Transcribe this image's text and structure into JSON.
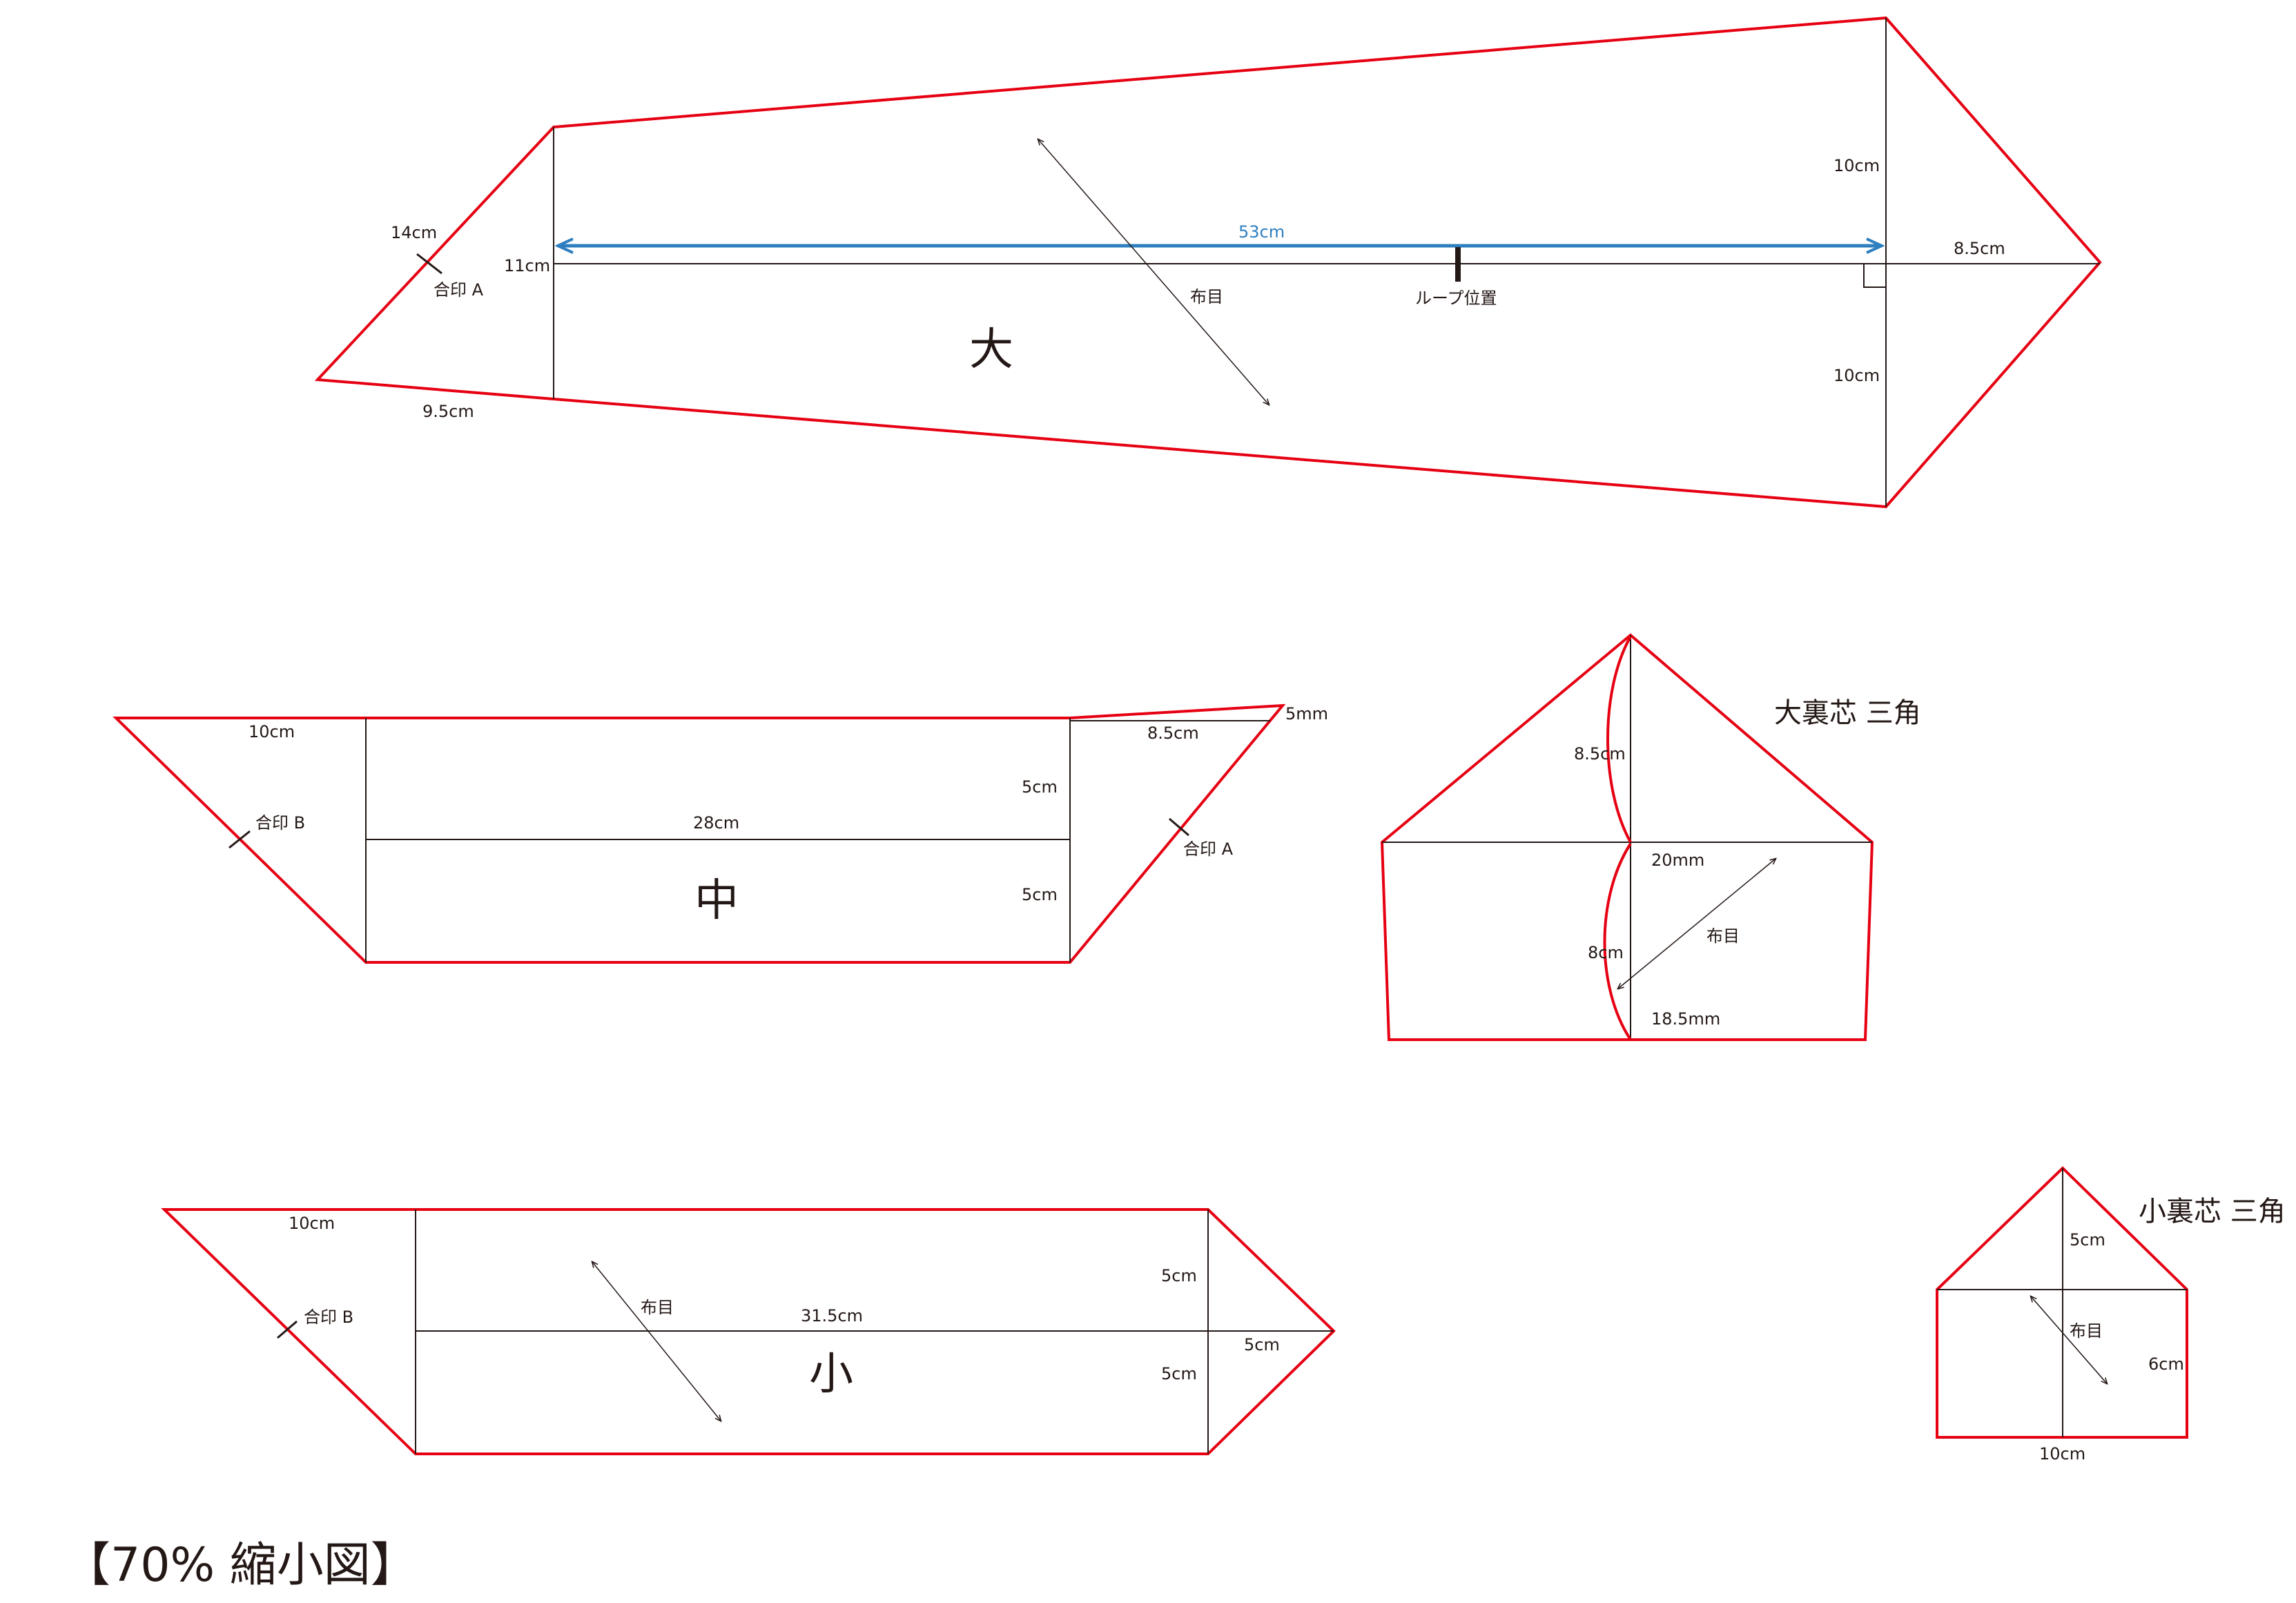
{
  "title": "【70% 縮小図】",
  "pieces": {
    "large": {
      "name": "大",
      "labels": {
        "d14": "14cm",
        "d11": "11cm",
        "d95": "9.5cm",
        "d53": "53cm",
        "d10a": "10cm",
        "d10b": "10cm",
        "d85": "8.5cm",
        "notch": "合印 A",
        "grain": "布目",
        "loop": "ループ位置"
      }
    },
    "medium": {
      "name": "中",
      "labels": {
        "d10": "10cm",
        "d28": "28cm",
        "d85": "8.5cm",
        "d5mm": "5mm",
        "d5a": "5cm",
        "d5b": "5cm",
        "notchB": "合印 B",
        "notchA": "合印 A"
      }
    },
    "small": {
      "name": "小",
      "labels": {
        "d10": "10cm",
        "d315": "31.5cm",
        "d5a": "5cm",
        "d5b": "5cm",
        "d5c": "5cm",
        "notch": "合印 B",
        "grain": "布目"
      }
    },
    "large_interfacing": {
      "name": "大裏芯 三角",
      "labels": {
        "d85": "8.5cm",
        "d20mm": "20mm",
        "d8": "8cm",
        "d185mm": "18.5mm",
        "grain": "布目"
      }
    },
    "small_interfacing": {
      "name": "小裏芯 三角",
      "labels": {
        "d5": "5cm",
        "d6": "6cm",
        "d10": "10cm",
        "grain": "布目"
      }
    }
  },
  "colors": {
    "outline": "#e60012",
    "line": "#231815",
    "dimension_arrow": "#2e7fc0"
  }
}
